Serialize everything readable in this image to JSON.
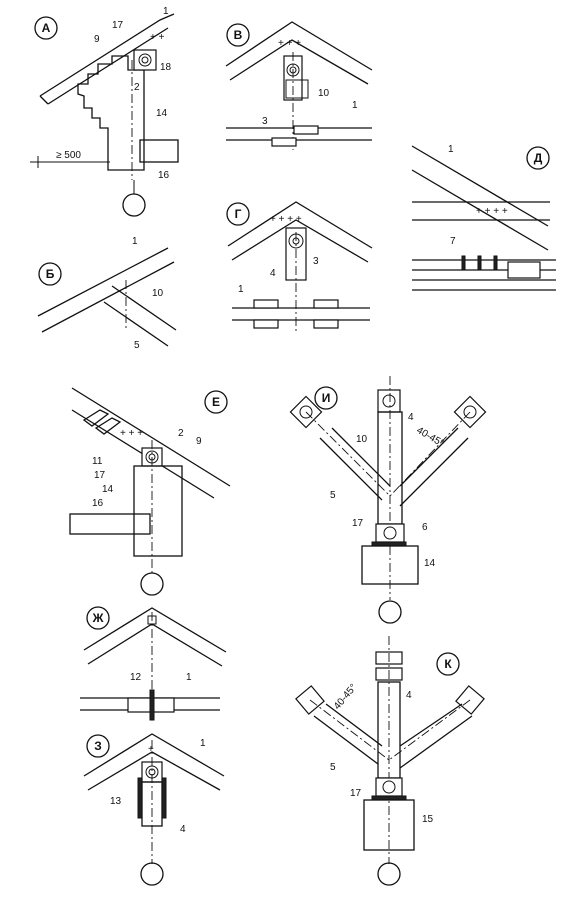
{
  "panels": {
    "A": {
      "letter": "А",
      "callouts": [
        "1",
        "17",
        "9",
        "18",
        "2",
        "14",
        "16"
      ],
      "dimension": "≥ 500"
    },
    "B": {
      "letter": "В",
      "callouts": [
        "10",
        "3",
        "1"
      ]
    },
    "V": {
      "letter": "Б",
      "callouts": [
        "1",
        "10",
        "5"
      ]
    },
    "G": {
      "letter": "Г",
      "callouts": [
        "3",
        "4",
        "1"
      ]
    },
    "D": {
      "letter": "Д",
      "callouts": [
        "1",
        "7"
      ]
    },
    "E": {
      "letter": "Е",
      "callouts": [
        "2",
        "9",
        "11",
        "17",
        "14",
        "16"
      ]
    },
    "I": {
      "letter": "И",
      "callouts": [
        "4",
        "10",
        "5",
        "17",
        "6",
        "14"
      ],
      "angle": "40-45°"
    },
    "Zh": {
      "letter": "Ж",
      "callouts": [
        "12",
        "1"
      ]
    },
    "Z": {
      "letter": "З",
      "callouts": [
        "1",
        "13",
        "4"
      ]
    },
    "K": {
      "letter": "К",
      "callouts": [
        "4",
        "5",
        "17",
        "15"
      ],
      "angle": "40-45°"
    }
  }
}
